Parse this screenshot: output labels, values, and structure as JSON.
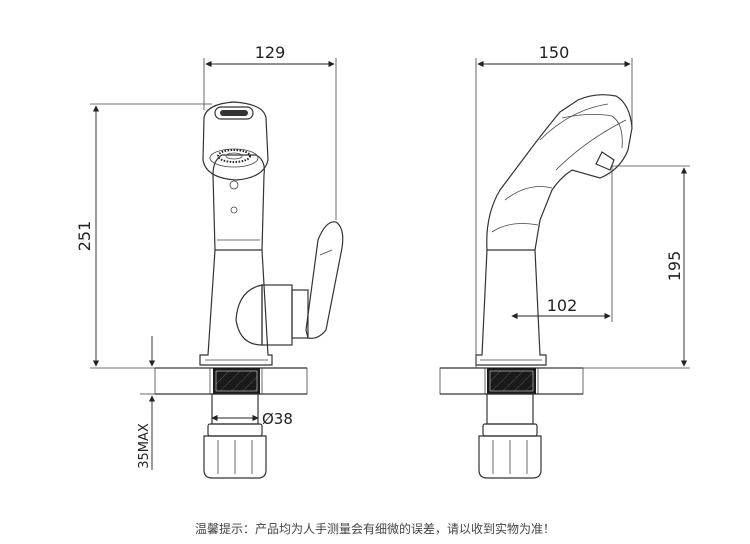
{
  "dimensions": {
    "front_width": "129",
    "front_height": "251",
    "hole_diameter": "Ø38",
    "deck_max": "35MAX",
    "side_width": "150",
    "side_height": "195",
    "side_reach": "102"
  },
  "colors": {
    "line": "#333333",
    "hatch": "#555555",
    "fill_dark": "#1a1a1a"
  },
  "footer": {
    "note": "温馨提示：产品均为人手测量会有细微的误差，请以收到实物为准！"
  }
}
